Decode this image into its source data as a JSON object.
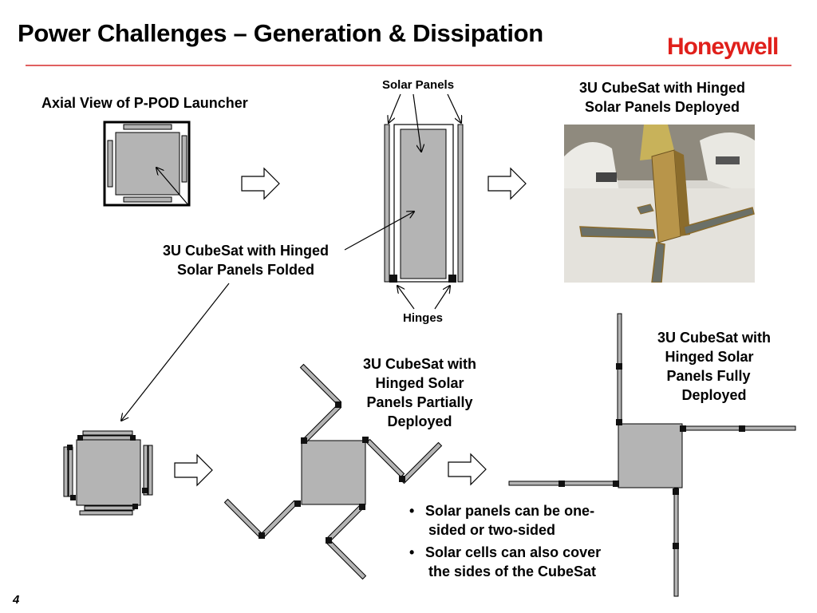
{
  "header": {
    "title": "Power Challenges – Generation & Dissipation",
    "logo_text": "Honeywell",
    "brand_color": "#e0201b",
    "rule_color": "#e06060"
  },
  "labels": {
    "axial_view": "Axial View of P-POD Launcher",
    "solar_panels": "Solar Panels",
    "hinges": "Hinges",
    "folded_line1": "3U CubeSat with Hinged",
    "folded_line2": "Solar Panels Folded",
    "deployed_photo_line1": "3U CubeSat with Hinged",
    "deployed_photo_line2": "Solar Panels Deployed",
    "partial_line1": "3U CubeSat with",
    "partial_line2": "Hinged  Solar",
    "partial_line3": "Panels Partially",
    "partial_line4": "Deployed",
    "full_line1": "3U CubeSat with",
    "full_line2": "Hinged Solar",
    "full_line3": "Panels Fully",
    "full_line4": "Deployed"
  },
  "bullets": [
    {
      "line1": "Solar panels can be one-",
      "line2": "sided or two-sided"
    },
    {
      "line1": "Solar cells can  also cover",
      "line2": "the sides of the CubeSat"
    }
  ],
  "page_number": "4",
  "colors": {
    "panel_fill": "#b4b4b4",
    "hinge": "#111111",
    "outline": "#000000"
  }
}
